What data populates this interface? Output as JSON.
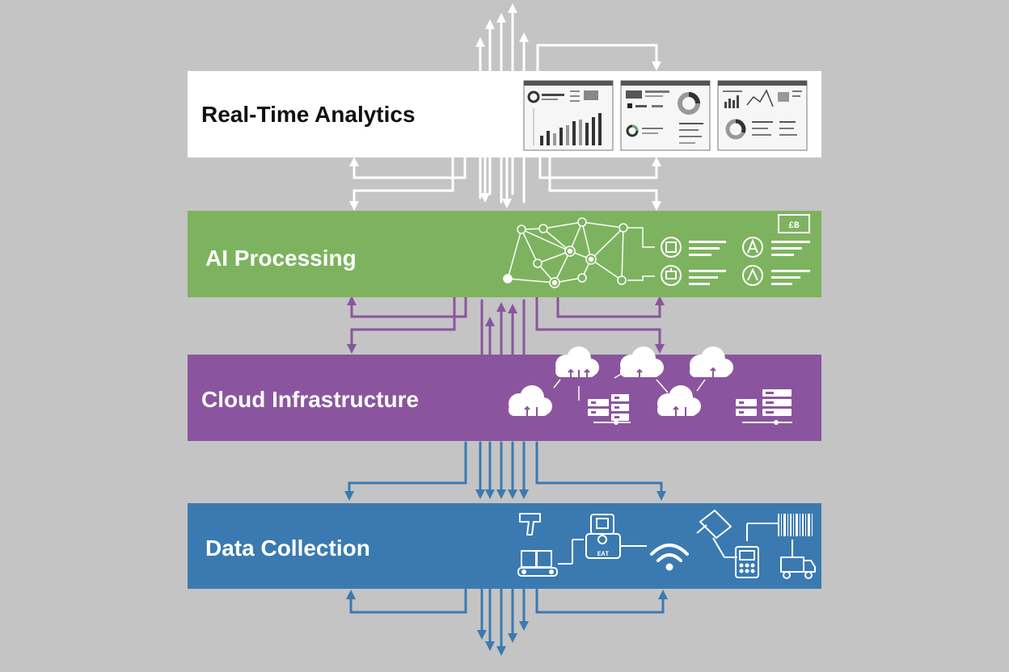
{
  "colors": {
    "background": "#c4c4c4",
    "analytics": "#ffffff",
    "ai": "#7db35f",
    "cloud": "#8a559e",
    "data": "#3a7ab1",
    "arrow_white": "#ffffff",
    "arrow_purple": "#8a559e",
    "arrow_blue": "#3a7ab1"
  },
  "layers": {
    "analytics": {
      "title": "Real-Time Analytics",
      "icons": [
        "dashboard-bar-chart-panel",
        "dashboard-donut-panel",
        "dashboard-mixed-panel"
      ]
    },
    "ai": {
      "title": "AI Processing",
      "badge": "£B",
      "icons": [
        "neural-network-icon",
        "chip-icon",
        "ai-icon",
        "robot-icon"
      ]
    },
    "cloud": {
      "title": "Cloud Infrastructure",
      "icons": [
        "cloud-upload-icon",
        "server-rack-icon"
      ]
    },
    "data": {
      "title": "Data Collection",
      "device_label": "EAT",
      "icons": [
        "barcode-scanner-icon",
        "conveyor-box-icon",
        "smart-tag-icon",
        "wifi-icon",
        "rfid-reader-icon",
        "barcode-icon",
        "handheld-terminal-icon",
        "truck-icon"
      ]
    }
  }
}
